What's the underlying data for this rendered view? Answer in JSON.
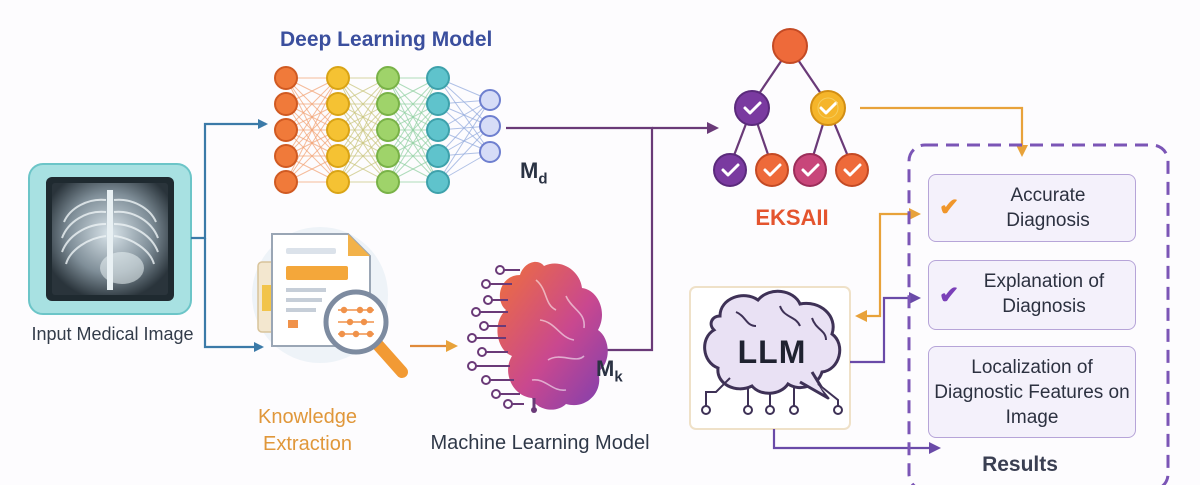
{
  "diagram": {
    "title_deep_learning": "Deep Learning Model",
    "input_label": "Input Medical Image",
    "knowledge_extraction_label": "Knowledge Extraction",
    "machine_learning_label": "Machine Learning Model",
    "eksaii_label": "EKSAII",
    "md_label": {
      "base": "M",
      "sub": "d"
    },
    "mk_label": {
      "base": "M",
      "sub": "k"
    },
    "llm_label": "LLM",
    "results": {
      "heading": "Results",
      "accurate_diagnosis": "Accurate Diagnosis",
      "explanation_of_diagnosis": "Explanation of Diagnosis",
      "localization": "Localization of Diagnostic Features on Image"
    }
  },
  "icons": {
    "input": "chest-xray-icon",
    "knowledge": "document-magnifier-icon",
    "ml": "brain-circuit-icon",
    "eksaii": "decision-tree-icon",
    "llm": "llm-brain-icon",
    "check": "check-icon"
  },
  "colors": {
    "blue_arrow": "#3b7aa8",
    "purple_arrow": "#6a3a78",
    "orange_arrow": "#e8a23a",
    "tree_red": "#ee6a3a",
    "tree_purple": "#7a3aa0",
    "tree_yellow": "#f5b52a",
    "results_border": "#7b55b6"
  }
}
